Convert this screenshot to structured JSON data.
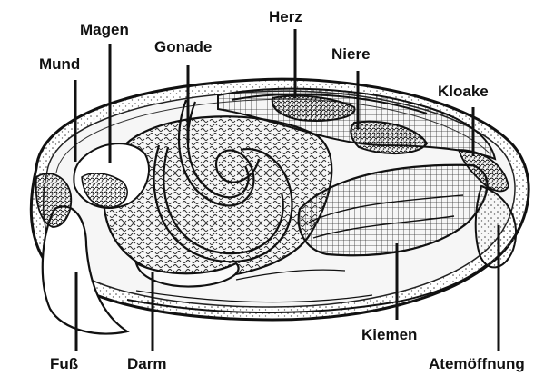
{
  "labels": {
    "magen": "Magen",
    "herz": "Herz",
    "gonade": "Gonade",
    "niere": "Niere",
    "mund": "Mund",
    "kloake": "Kloake",
    "kiemen": "Kiemen",
    "fuss": "Fuß",
    "darm": "Darm",
    "atemoeffnung": "Atemöffnung"
  },
  "colors": {
    "ink": "#111111",
    "paper": "#ffffff"
  }
}
